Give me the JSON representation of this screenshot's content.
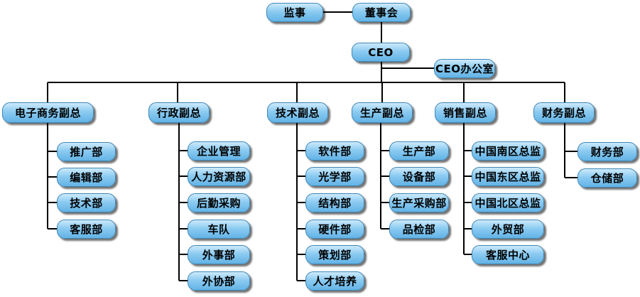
{
  "top": {
    "supervisor": "监事",
    "board": "董事会",
    "ceo": "CEO",
    "ceo_office": "CEO办公室"
  },
  "divisions": [
    {
      "title": "电子商务副总",
      "units": [
        "推广部",
        "编辑部",
        "技术部",
        "客服部"
      ]
    },
    {
      "title": "行政副总",
      "units": [
        "企业管理",
        "人力资源部",
        "后勤采购",
        "车队",
        "外事部",
        "外协部"
      ]
    },
    {
      "title": "技术副总",
      "units": [
        "软件部",
        "光学部",
        "结构部",
        "硬件部",
        "策划部",
        "人才培养"
      ]
    },
    {
      "title": "生产副总",
      "units": [
        "生产部",
        "设备部",
        "生产采购部",
        "品检部"
      ]
    },
    {
      "title": "销售副总",
      "units": [
        "中国南区总监",
        "中国东区总监",
        "中国北区总监",
        "外贸部",
        "客服中心"
      ]
    },
    {
      "title": "财务副总",
      "units": [
        "财务部",
        "仓储部"
      ]
    }
  ]
}
